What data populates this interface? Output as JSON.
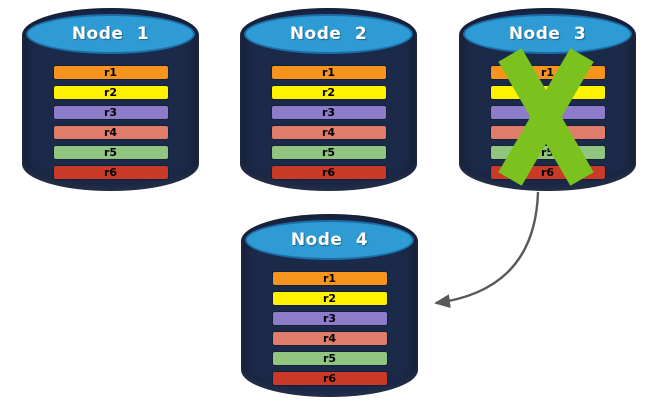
{
  "diagram": {
    "nodes": [
      {
        "label": "Node 1",
        "failed": false
      },
      {
        "label": "Node 2",
        "failed": false
      },
      {
        "label": "Node 3",
        "failed": true
      },
      {
        "label": "Node 4",
        "failed": false
      }
    ],
    "rows": [
      {
        "label": "r1",
        "color": "#F7941D"
      },
      {
        "label": "r2",
        "color": "#FEF200"
      },
      {
        "label": "r3",
        "color": "#8C7CC9"
      },
      {
        "label": "r4",
        "color": "#E07D6A"
      },
      {
        "label": "r5",
        "color": "#8FC57E"
      },
      {
        "label": "r6",
        "color": "#C93A28"
      }
    ],
    "colors": {
      "cylinder_body": "#1C2A4A",
      "cylinder_top": "#2F9BD5",
      "cylinder_top_border": "#1B6EA8",
      "row_border": "#152038",
      "failure_x": "#7CC21E",
      "arrow": "#595959"
    }
  }
}
